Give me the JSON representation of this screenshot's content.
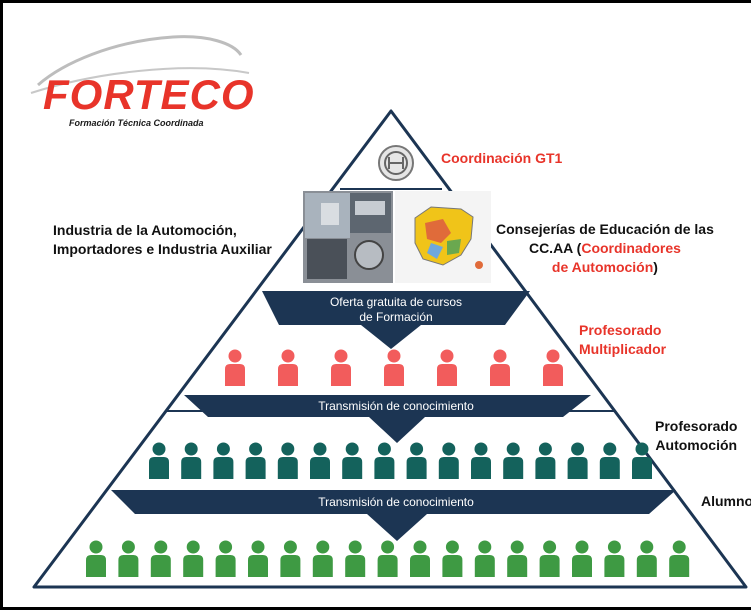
{
  "logo": {
    "brand": "FORTECO",
    "tagline": "Formación Técnica Coordinada"
  },
  "levels": {
    "top": {
      "label": "Coordinación GT1",
      "icon": "bosch-logo-icon"
    },
    "industry": {
      "line1": "Industria de la Automoción,",
      "line2": "Importadores e Industria Auxiliar"
    },
    "consejerias": {
      "line1": "Consejerías de Educación de las",
      "line2_black": "CC.AA (",
      "line2_red": "Coordinadores",
      "line3_red": "de Automoción",
      "line3_black": ")"
    },
    "oferta": {
      "line1": "Oferta gratuita de cursos",
      "line2": "de Formación"
    },
    "multiplicador": {
      "line1": "Profesorado",
      "line2": "Multiplicador"
    },
    "transmision1": "Transmisión de conocimiento",
    "automocion": {
      "line1": "Profesorado",
      "line2": "Automoción"
    },
    "transmision2": "Transmisión de conocimiento",
    "alumnos": "Alumnos"
  },
  "colors": {
    "red": "#e8342a",
    "pink_person": "#f25c5c",
    "teal_person": "#14625c",
    "green_person": "#3e9a43",
    "navy_band": "#1c3553"
  },
  "icons": {
    "photo_left": "industry-collage-image",
    "photo_right": "spain-map-image"
  }
}
